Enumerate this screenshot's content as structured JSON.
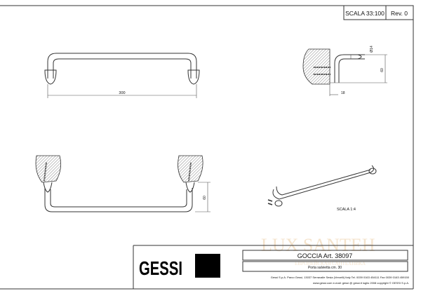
{
  "scale_box": {
    "scale": "SCALA 33:100",
    "revision": "Rev. 0"
  },
  "front_view": {
    "width_dim": "300"
  },
  "side_view": {
    "diameter_dim": "Ø14",
    "depth_dim": "60",
    "offset_dim": "18"
  },
  "bottom_view": {
    "height_dim": "60"
  },
  "perspective_view": {
    "scale": "SCALA 1:4"
  },
  "title_block": {
    "logo": "GESSI",
    "product": "GOCCIA  Art. 38097",
    "description": "Porta salvietta cm. 30",
    "address_line1": "Gessi S.p.A. Parco Gessi, 13037 Serravalle Sesia (Vercelli) Italy Tel. 0039 0163 454111 Fax 0039 0163 459150",
    "address_line2": "www.gessi.com e-mail: gessi @ gessi.it luglio 2008 copyright © GESSI S.p.A."
  },
  "watermark": {
    "brand": "LUX SANTEH",
    "tagline": "ЕВРОПЕЙСКАЯ САНТЕХНИКА"
  }
}
